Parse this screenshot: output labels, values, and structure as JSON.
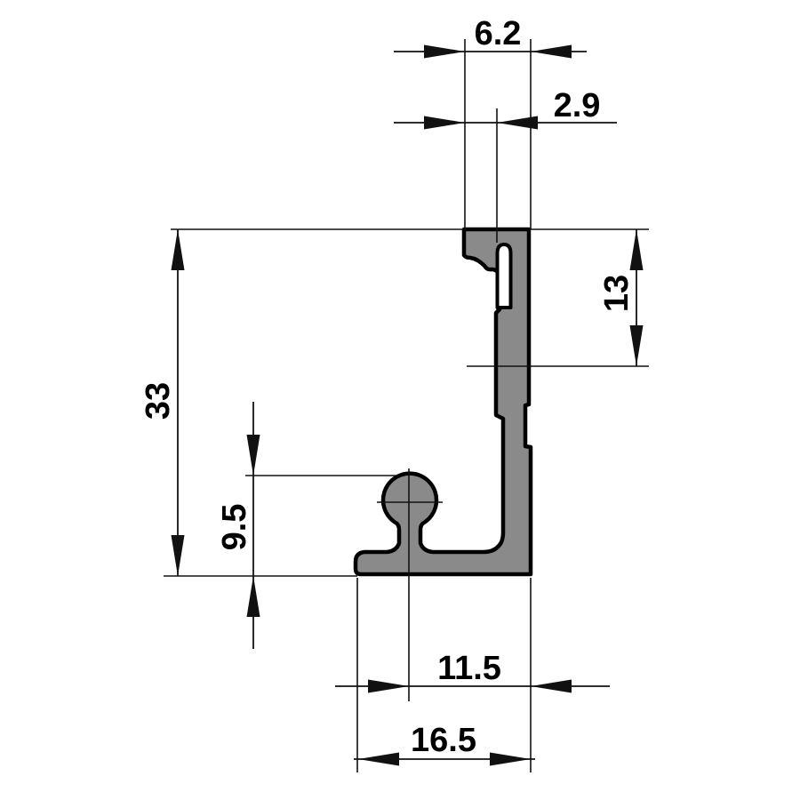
{
  "drawing": {
    "kind": "profile-cross-section",
    "dimension_labels": {
      "top_width": "6.2",
      "hook_offset": "2.9",
      "channel_depth": "13",
      "overall_height": "33",
      "ball_height": "9.5",
      "ball_to_edge": "11.5",
      "base_width": "16.5"
    },
    "colors": {
      "profile_fill": "#8a8a8a",
      "outline": "#000000",
      "dimension_line": "#111111",
      "label_text": "#000000",
      "background": "#ffffff"
    }
  }
}
